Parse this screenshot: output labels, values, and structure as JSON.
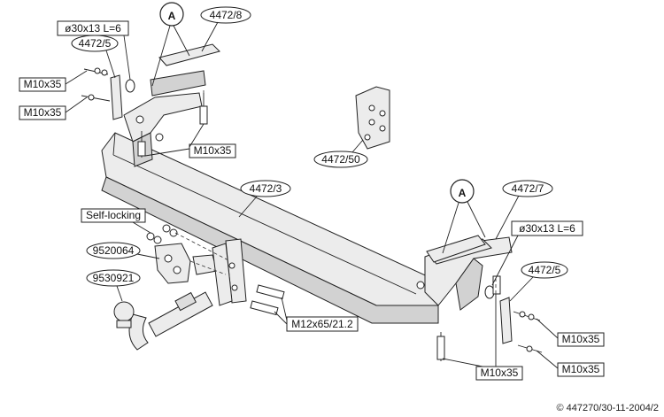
{
  "marker_a": "A",
  "labels": {
    "bracket_left": "4472/8",
    "spacer_left": "ø30x13 L=6",
    "plate_left": "4472/5",
    "bolt_left_1": "M10x35",
    "bolt_left_2": "M10x35",
    "bolt_left_3": "M10x35",
    "bracket_right": "4472/7",
    "spacer_right": "ø30x13 L=6",
    "plate_right": "4472/5",
    "bolt_right_1": "M10x35",
    "bolt_right_2": "M10x35",
    "bolt_right_3": "M10x35",
    "crossbar": "4472/3",
    "fitting": "4472/50",
    "nut": "Self-locking",
    "socket_plate": "9520064",
    "towball": "9530921",
    "bolt_main": "M12x65/21.2"
  },
  "footer": {
    "copyright": "© 447270/30-11-2004/2"
  }
}
